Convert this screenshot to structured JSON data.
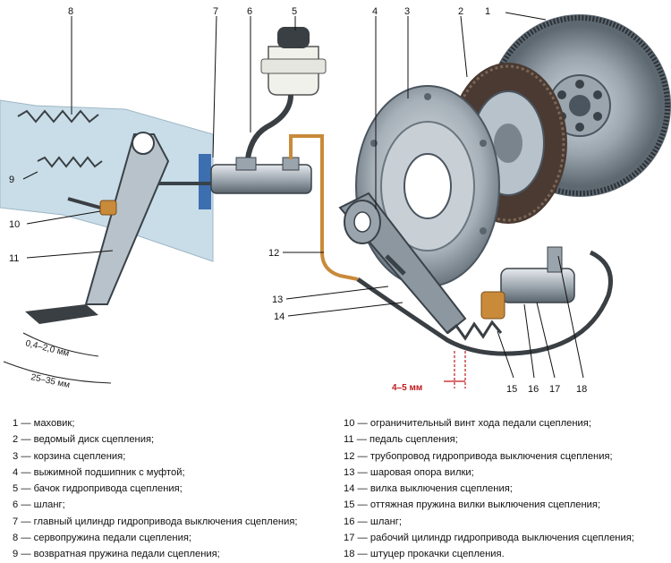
{
  "callouts": [
    "1",
    "2",
    "3",
    "4",
    "5",
    "6",
    "7",
    "8",
    "9",
    "10",
    "11",
    "12",
    "13",
    "14",
    "15",
    "16",
    "17",
    "18"
  ],
  "dimensions": {
    "free_play": "0,4–2,0 мм",
    "pedal_travel": "25–35 мм",
    "fork_gap": "4–5 мм"
  },
  "legend_left": [
    "1 — маховик;",
    "2 — ведомый диск сцепления;",
    "3 — корзина сцепления;",
    "4 — выжимной подшипник с муфтой;",
    "5 — бачок гидропривода сцепления;",
    "6 — шланг;",
    "7 — главный цилиндр гидропривода выключения сцепления;",
    "8 — сервопружина педали сцепления;",
    "9 — возвратная пружина педали сцепления;"
  ],
  "legend_right": [
    "10 — ограничительный винт хода педали сцепления;",
    "11 — педаль сцепления;",
    "12 — трубопровод гидропривода выключения сцепления;",
    "13 — шаровая опора вилки;",
    "14 — вилка выключения сцепления;",
    "15 — оттяжная пружина вилки выключения сцепления;",
    "16 — шланг;",
    "17 — рабочий цилиндр гидропривода выключения сцепления;",
    "18 — штуцер прокачки сцепления."
  ],
  "colors": {
    "panel": "#c8dde8",
    "metal_dark": "#4a5560",
    "metal_light": "#b8c2ca",
    "bronze": "#c98a3a",
    "accent_red": "#c0181d",
    "pipe": "#3a3f44"
  }
}
